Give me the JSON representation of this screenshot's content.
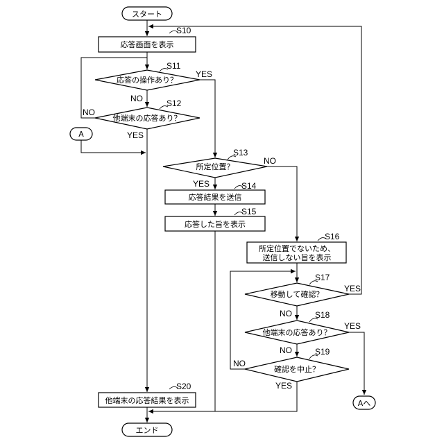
{
  "terminals": {
    "start": "スタート",
    "end": "エンド",
    "connector_a_in": "A",
    "connector_a_out": "Aへ"
  },
  "steps": {
    "s10": {
      "id": "S10",
      "text": "応答画面を表示"
    },
    "s11": {
      "id": "S11",
      "text": "応答の操作あり？"
    },
    "s12": {
      "id": "S12",
      "text": "他端末の応答あり？"
    },
    "s13": {
      "id": "S13",
      "text": "所定位置？"
    },
    "s14": {
      "id": "S14",
      "text": "応答結果を送信"
    },
    "s15": {
      "id": "S15",
      "text": "応答した旨を表示"
    },
    "s16": {
      "id": "S16",
      "text_line1": "所定位置でないため、",
      "text_line2": "送信しない旨を表示"
    },
    "s17": {
      "id": "S17",
      "text": "移動して確認？"
    },
    "s18": {
      "id": "S18",
      "text": "他端末の応答あり？"
    },
    "s19": {
      "id": "S19",
      "text": "確認を中止？"
    },
    "s20": {
      "id": "S20",
      "text": "他端末の応答結果を表示"
    }
  },
  "branch_labels": {
    "yes": "YES",
    "no": "NO"
  }
}
